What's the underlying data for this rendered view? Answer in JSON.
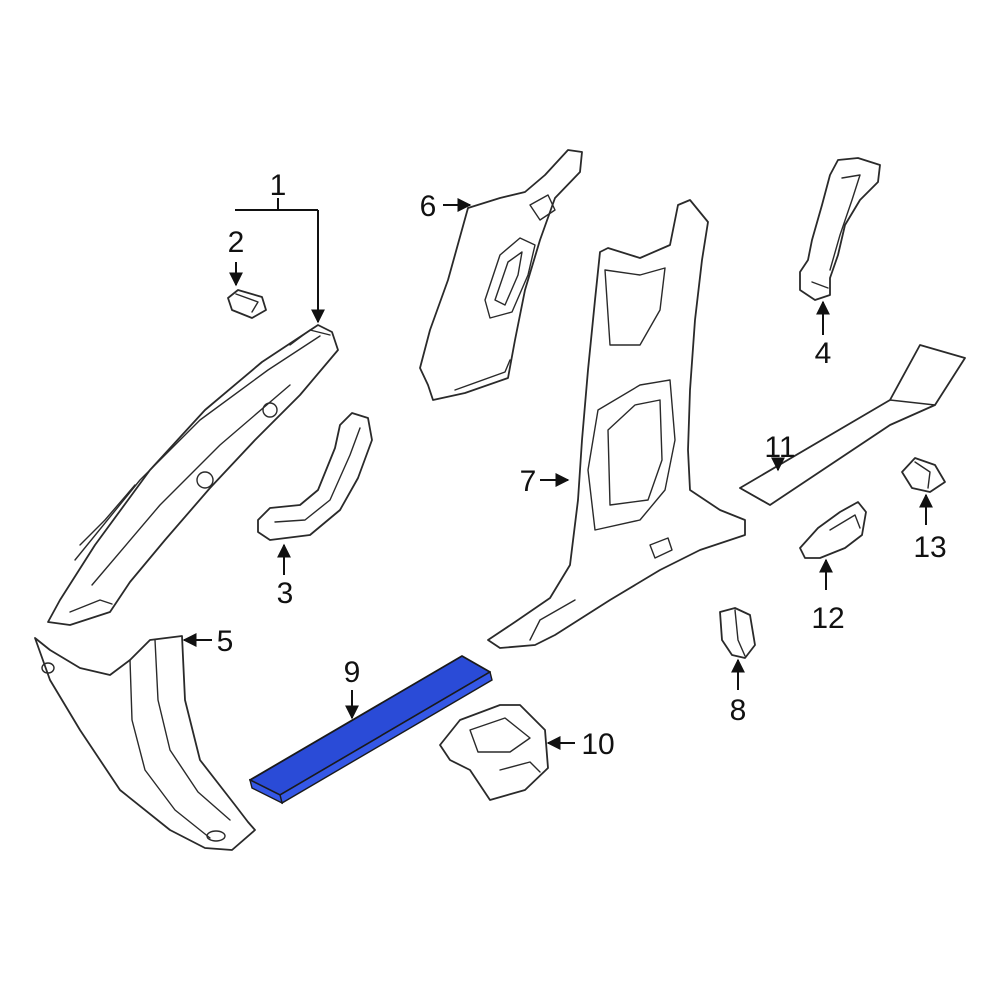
{
  "callouts": {
    "c1": "1",
    "c2": "2",
    "c3": "3",
    "c4": "4",
    "c5": "5",
    "c6": "6",
    "c7": "7",
    "c8": "8",
    "c9": "9",
    "c10": "10",
    "c11": "11",
    "c12": "12",
    "c13": "13"
  },
  "colors": {
    "highlight": "#2a4bd7",
    "line": "#2a2a2a",
    "background": "#ffffff"
  }
}
